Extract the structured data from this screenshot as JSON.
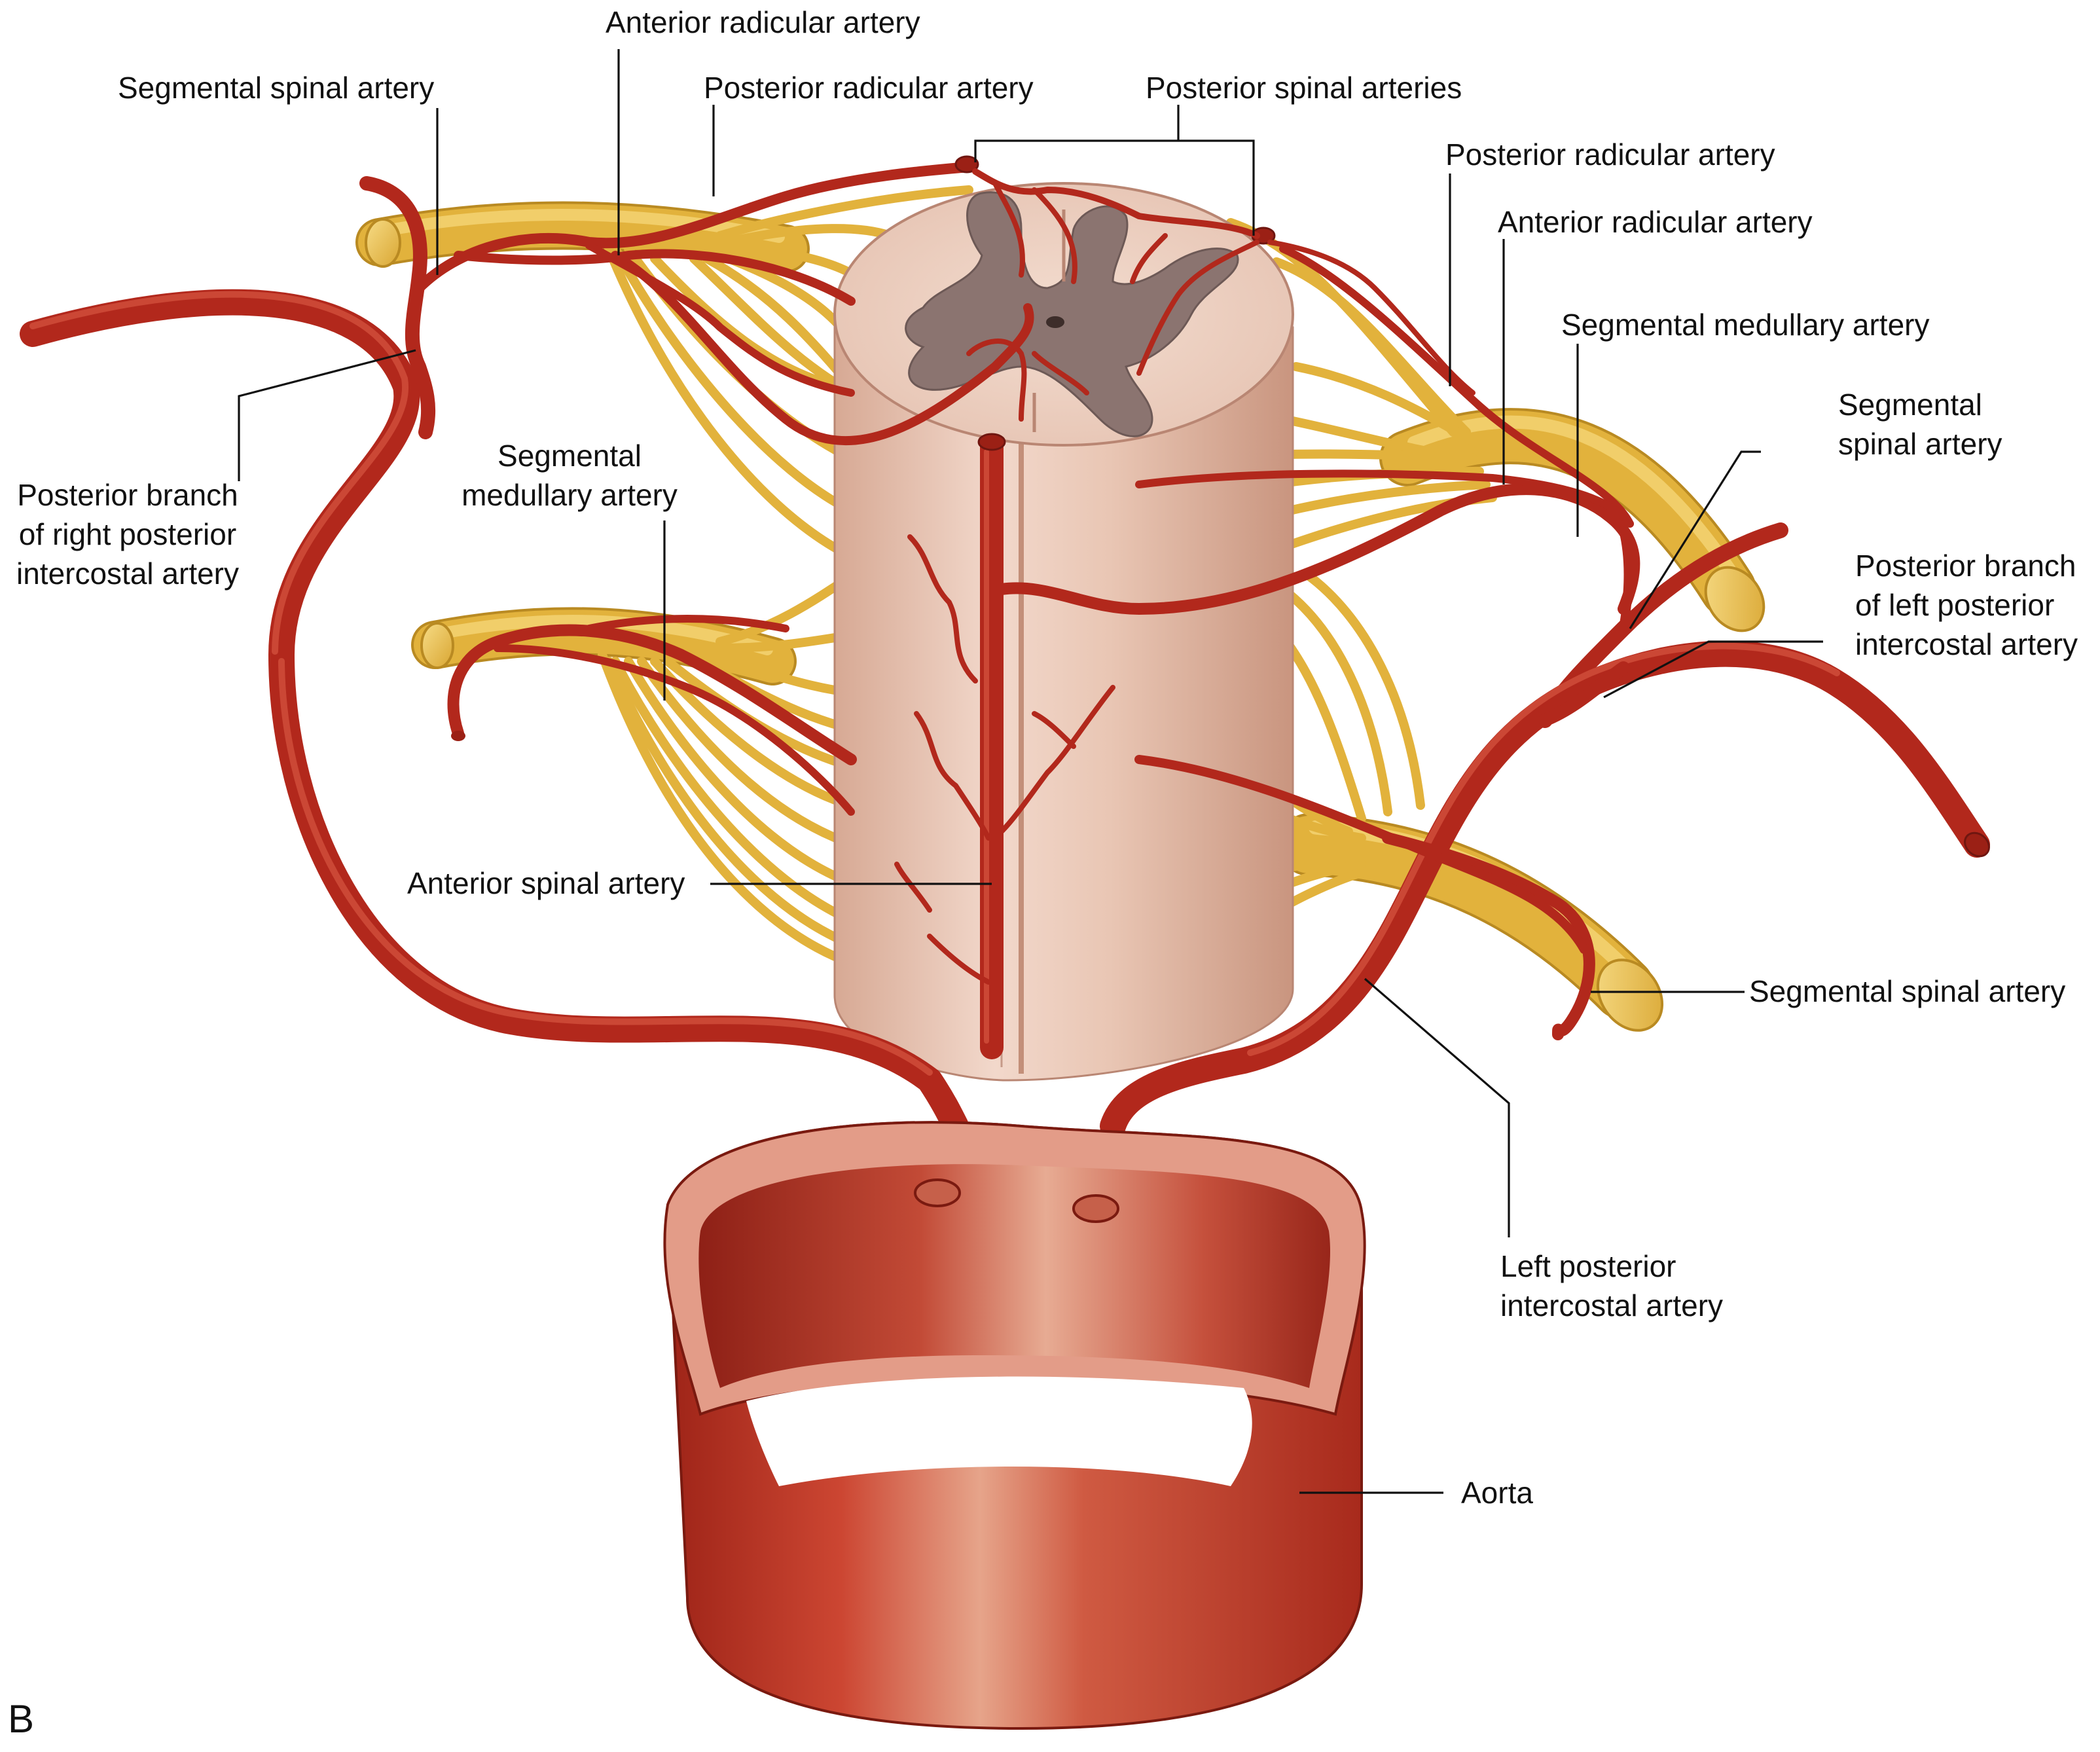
{
  "figure": {
    "panel_letter": "B",
    "labels": {
      "anterior_radicular_top": "Anterior radicular artery",
      "segmental_spinal_top_left": "Segmental spinal artery",
      "posterior_radicular_top": "Posterior radicular artery",
      "posterior_spinal_arteries": "Posterior spinal arteries",
      "posterior_radicular_right": "Posterior radicular artery",
      "anterior_radicular_right": "Anterior radicular artery",
      "segmental_medullary_right": "Segmental medullary artery",
      "segmental_spinal_right_line1": "Segmental",
      "segmental_spinal_right_line2": "spinal artery",
      "post_branch_right_line1": "Posterior branch",
      "post_branch_right_line2": "of right posterior",
      "post_branch_right_line3": "intercostal artery",
      "segmental_medullary_left_line1": "Segmental",
      "segmental_medullary_left_line2": "medullary artery",
      "post_branch_left_line1": "Posterior branch",
      "post_branch_left_line2": "of left posterior",
      "post_branch_left_line3": "intercostal artery",
      "anterior_spinal_artery": "Anterior spinal artery",
      "segmental_spinal_bottom_right": "Segmental spinal artery",
      "left_post_intercostal_line1": "Left posterior",
      "left_post_intercostal_line2": "intercostal artery",
      "aorta": "Aorta"
    },
    "colors": {
      "artery": "#b2281c",
      "nerve": "#e2b23c",
      "cord": "#efd3c4",
      "grey_matter": "#8c7470",
      "aorta_wall": "#c23a2a"
    }
  }
}
